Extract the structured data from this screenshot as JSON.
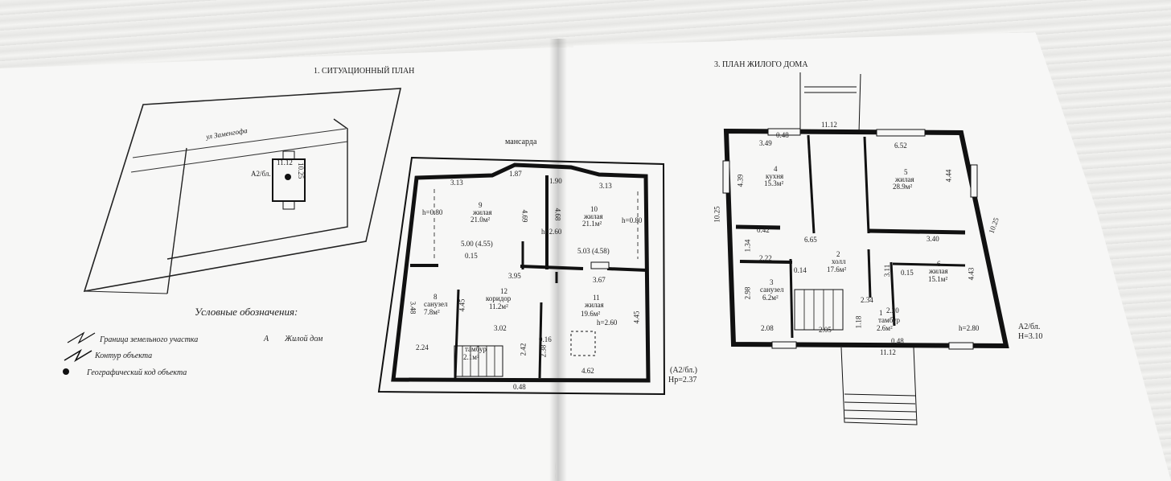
{
  "situational_plan": {
    "title": "1. СИТУАЦИОННЫЙ ПЛАН",
    "street": "ул Заменгофа",
    "building_label": "А2/бл.",
    "dim_width": "11.12",
    "dim_height": "10.25"
  },
  "legend": {
    "title": "Условные обозначения:",
    "items": [
      {
        "icon": "boundary-line-icon",
        "label": "Граница земельного участка"
      },
      {
        "icon": "object-contour-icon",
        "label": "Контур объекта"
      },
      {
        "icon": "geo-code-dot-icon",
        "label": "Географический код объекта"
      }
    ],
    "building_code": "А",
    "building_code_label": "Жилой дом"
  },
  "mansard": {
    "title": "мансарда",
    "rooms": [
      {
        "num": "9",
        "name": "жилая",
        "area": "21.0м²"
      },
      {
        "num": "10",
        "name": "жилая",
        "area": "21.1м²"
      },
      {
        "num": "8",
        "name": "санузел",
        "area": "7.8м²"
      },
      {
        "num": "12",
        "name": "коридор",
        "area": "11.2м²"
      },
      {
        "num": "11",
        "name": "жилая",
        "area": "19.6м²"
      },
      {
        "num": "",
        "name": "тамбур",
        "area": "2.1м²"
      }
    ],
    "dims": {
      "d313a": "3.13",
      "d187": "1.87",
      "d190": "1.90",
      "d313b": "3.13",
      "h080a": "h=0.80",
      "d469": "4.69",
      "d468": "4.68",
      "h260": "h=2.60",
      "h080b": "h=0.80",
      "d500": "5.00 (4.55)",
      "d503": "5.03  (4.58)",
      "d015": "0.15",
      "d395": "3.95",
      "d367": "3.67",
      "d348": "3.48",
      "d445a": "4.45",
      "d302": "3.02",
      "d224": "2.24",
      "d242": "2.42",
      "d238": "2.38",
      "d016": "0.16",
      "h260b": "h=2.60",
      "d445b": "4.45",
      "d462": "4.62",
      "d048": "0.48"
    },
    "note": "(А2/бл.)",
    "hp": "Нр=2.37"
  },
  "house_plan": {
    "title": "3. ПЛАН ЖИЛОГО ДОМА",
    "rooms": [
      {
        "num": "4",
        "name": "кухня",
        "area": "15.3м²"
      },
      {
        "num": "5",
        "name": "жилая",
        "area": "28.9м²"
      },
      {
        "num": "2",
        "name": "холл",
        "area": "17.6м²"
      },
      {
        "num": "6",
        "name": "жилая",
        "area": "15.1м²"
      },
      {
        "num": "3",
        "name": "санузел",
        "area": "6.2м²"
      },
      {
        "num": "1",
        "name": "тамбур",
        "area": "2.6м²"
      }
    ],
    "dims": {
      "top": "11.12",
      "d048t": "0.48",
      "d349": "3.49",
      "d652": "6.52",
      "d439": "4.39",
      "d444": "4.44",
      "d1025l": "10.25",
      "d1025r": "10.25",
      "d042": "0.42",
      "d665": "6.65",
      "d340": "3.40",
      "d134": "1.34",
      "d222": "2.22",
      "d014": "0.14",
      "d311": "3.11",
      "d015": "0.15",
      "d443": "4.43",
      "d298": "2.98",
      "d234": "2.34",
      "d220": "2.20",
      "d118": "1.18",
      "d208": "2.08",
      "d205": "2.05",
      "h280": "h=2.80",
      "d048b": "0.48",
      "bottom": "11.12"
    },
    "note": "А2/бл.",
    "h": "Н=3.10"
  }
}
